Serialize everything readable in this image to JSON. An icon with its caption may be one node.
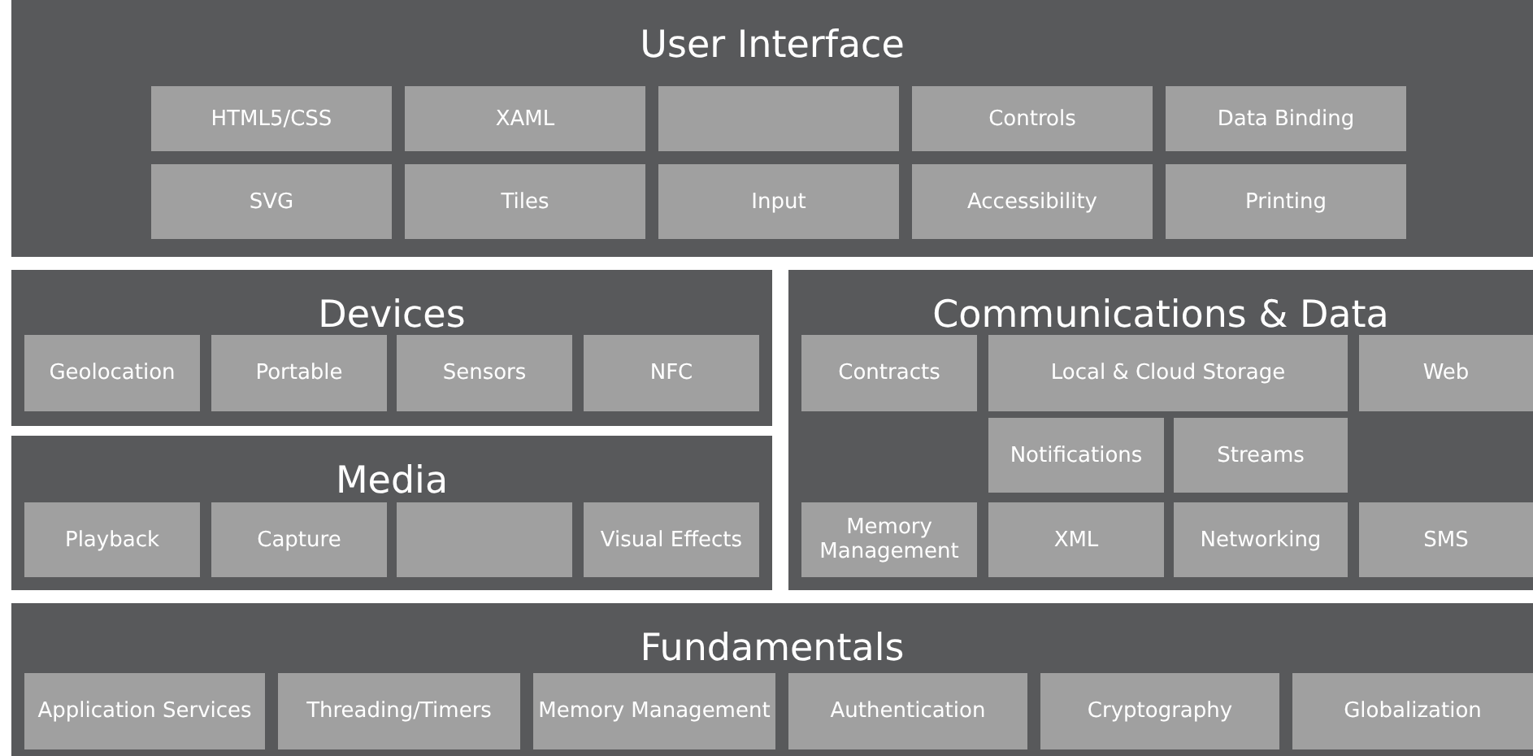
{
  "diagram": {
    "nodes": [
      {
        "text": [
          "User Interface"
        ]
      },
      {
        "text": [
          "HTML5/CSS"
        ],
        "in": 0
      },
      {
        "text": [
          "XAML"
        ],
        "in": 0
      },
      {
        "text": [],
        "shape": "box",
        "in": 0
      },
      {
        "text": [
          "Controls"
        ],
        "in": 0
      },
      {
        "text": [
          "Data Binding"
        ],
        "in": 0
      },
      {
        "text": [
          "SVG"
        ],
        "in": 0
      },
      {
        "text": [
          "Tiles"
        ],
        "in": 0
      },
      {
        "text": [
          "Input"
        ],
        "in": 0
      },
      {
        "text": [
          "Accessibility"
        ],
        "in": 0
      },
      {
        "text": [
          "Printing"
        ],
        "in": 0
      },
      {
        "text": [
          "Devices"
        ]
      },
      {
        "text": [
          "Geolocation"
        ],
        "in": 11
      },
      {
        "text": [
          "Portable"
        ],
        "in": 11
      },
      {
        "text": [
          "Sensors"
        ],
        "in": 11
      },
      {
        "text": [
          "NFC"
        ],
        "in": 11
      },
      {
        "text": [
          "Communications & Data"
        ]
      },
      {
        "text": [
          "Contracts"
        ],
        "in": 16
      },
      {
        "text": [
          "Local & Cloud Storage"
        ],
        "in": 16
      },
      {
        "text": [
          "Web"
        ],
        "in": 16
      },
      {
        "text": [
          "Notifications"
        ],
        "in": 16
      },
      {
        "text": [
          "Streams"
        ],
        "in": 16
      },
      {
        "text": [
          "Media"
        ]
      },
      {
        "text": [
          "Playback"
        ],
        "in": 22
      },
      {
        "text": [
          "Capture"
        ],
        "in": 22
      },
      {
        "text": [],
        "shape": "box",
        "in": 22
      },
      {
        "text": [
          "Visual Effects"
        ],
        "in": 22
      },
      {
        "text": [
          "Memory Management"
        ],
        "in": 16
      },
      {
        "text": [
          "XML"
        ],
        "in": 16
      },
      {
        "text": [
          "Networking"
        ],
        "in": 16
      },
      {
        "text": [
          "SMS"
        ],
        "in": 16
      },
      {
        "text": [
          "Fundamentals"
        ]
      },
      {
        "text": [
          "Application Services"
        ],
        "in": 31
      },
      {
        "text": [
          "Threading/Timers"
        ],
        "in": 31
      },
      {
        "text": [
          "Memory Management"
        ],
        "in": 31
      },
      {
        "text": [
          "Authentication"
        ],
        "in": 31
      },
      {
        "text": [
          "Cryptography"
        ],
        "in": 31
      },
      {
        "text": [
          "Globalization"
        ],
        "in": 31
      }
    ]
  }
}
